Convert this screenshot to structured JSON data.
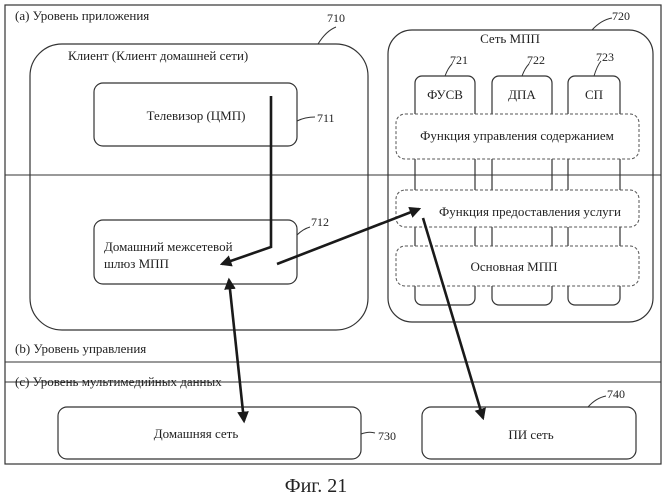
{
  "layers": {
    "application": "(a) Уровень приложения",
    "control": "(b) Уровень управления",
    "media": "(c) Уровень мультимедийных данных"
  },
  "client": {
    "ref": "710",
    "title": "Клиент (Клиент домашней сети)",
    "tv": {
      "ref": "711",
      "label": "Телевизор (ЦМП)"
    },
    "gateway": {
      "ref": "712",
      "line1": "Домашний межсетевой",
      "line2": "шлюз МПП"
    }
  },
  "iptv_network": {
    "ref": "720",
    "title": "Сеть МПП",
    "columns": [
      {
        "ref": "721",
        "label": "ФУСВ"
      },
      {
        "ref": "722",
        "label": "ДПА"
      },
      {
        "ref": "723",
        "label": "СП"
      }
    ],
    "functions": {
      "content_control": "Функция управления содержанием",
      "service_provision": "Функция предоставления услуги",
      "core": "Основная МПП"
    }
  },
  "home_network": {
    "ref": "730",
    "label": "Домашняя сеть"
  },
  "ip_network": {
    "ref": "740",
    "label": "ПИ сеть"
  },
  "caption": "Фиг. 21"
}
